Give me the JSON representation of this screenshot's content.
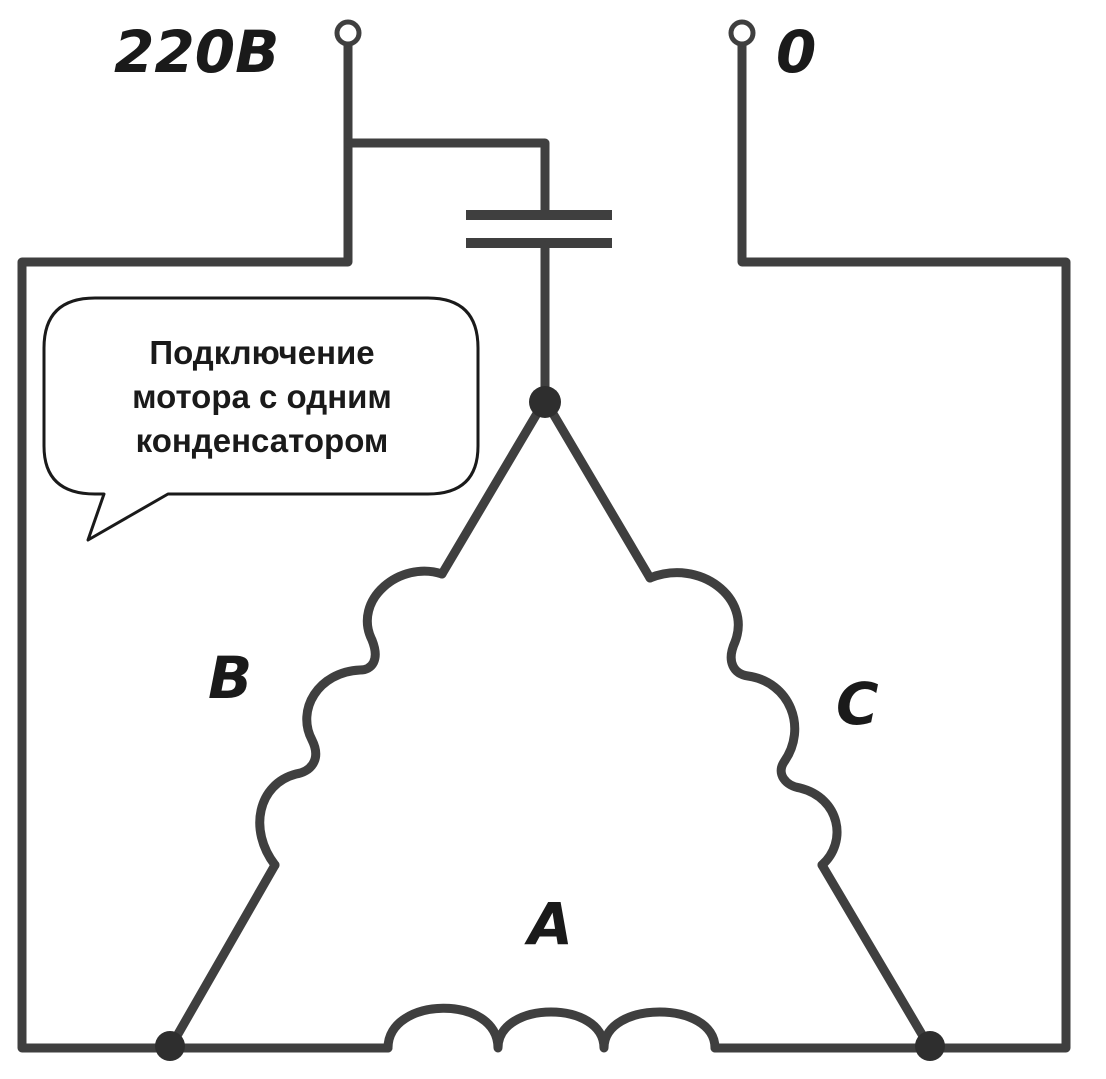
{
  "terminals": {
    "live_label": "220В",
    "neutral_label": "0"
  },
  "windings": {
    "a_label": "A",
    "b_label": "B",
    "c_label": "C"
  },
  "callout": {
    "lines": [
      "Подключение",
      "мотора с одним",
      "конденсатором"
    ]
  }
}
